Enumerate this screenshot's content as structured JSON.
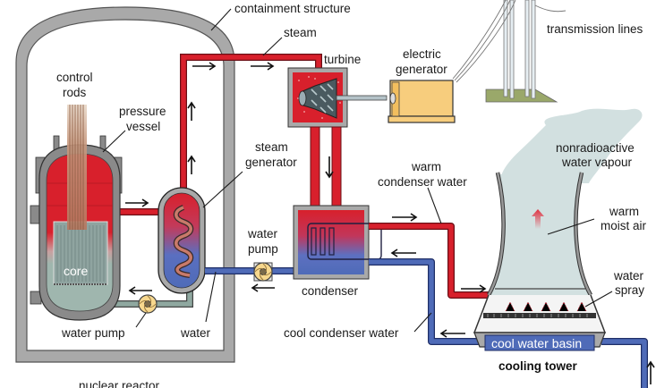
{
  "title": "Pressurized water nuclear power plant",
  "colors": {
    "hot": "#d8202c",
    "cool": "#4f6bb8",
    "containment": "#a9a9a9",
    "generator": "#f7cd7d",
    "vapour": "#d2e0e0",
    "ground": "#9aa86a",
    "primary_return": "#8fa8a0"
  },
  "labels": {
    "containment": "containment structure",
    "steam": "steam",
    "turbine": "turbine",
    "electric_generator_1": "electric",
    "electric_generator_2": "generator",
    "transmission": "transmission lines",
    "control_rods_1": "control",
    "control_rods_2": "rods",
    "pressure_vessel_1": "pressure",
    "pressure_vessel_2": "vessel",
    "steam_generator_1": "steam",
    "steam_generator_2": "generator",
    "core": "core",
    "water_pump_left": "water pump",
    "water": "water",
    "water_pump_mid_1": "water",
    "water_pump_mid_2": "pump",
    "condenser": "condenser",
    "warm_condenser_1": "warm",
    "warm_condenser_2": "condenser water",
    "cool_condenser": "cool condenser water",
    "vapour_1": "nonradioactive",
    "vapour_2": "water vapour",
    "moist_air_1": "warm",
    "moist_air_2": "moist air",
    "spray_1": "water",
    "spray_2": "spray",
    "basin": "cool water basin",
    "cooling_tower": "cooling tower",
    "nuclear_reactor": "nuclear reactor"
  }
}
